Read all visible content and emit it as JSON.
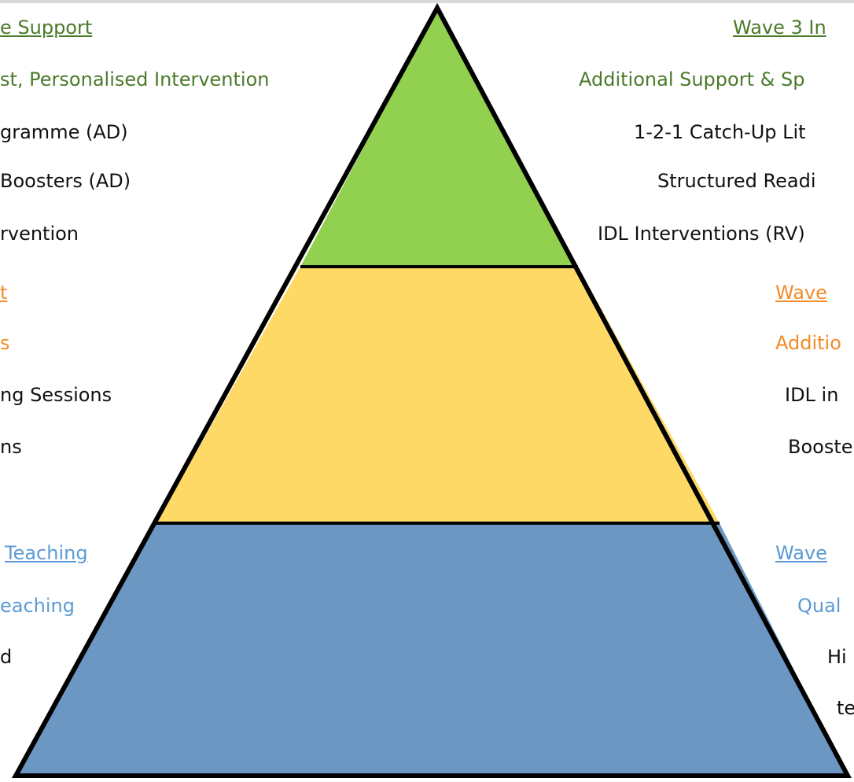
{
  "colors": {
    "wave3": "#92d050",
    "wave2": "#ffd966",
    "wave1": "#6b97c2",
    "outline": "#000000",
    "green_text": "#4a7a2a",
    "orange_text": "#f28c28",
    "blue_text": "#5b9bd5"
  },
  "left": {
    "wave3_heading": "e Support",
    "wave3_subheading": "st, Personalised Intervention",
    "wave3_items": [
      "gramme (AD)",
      "Boosters (AD)",
      "rvention"
    ],
    "wave2_heading": "t",
    "wave2_subheading": "s",
    "wave2_items": [
      "ng Sessions",
      "ns"
    ],
    "wave1_heading": "Teaching",
    "wave1_subheading": "eaching",
    "wave1_items": [
      "d"
    ]
  },
  "right": {
    "wave3_heading": "Wave 3 In",
    "wave3_subheading": "Additional Support & Sp",
    "wave3_items": [
      "1-2-1 Catch-Up Lit",
      "Structured Readi",
      "IDL Interventions (RV)"
    ],
    "wave2_heading": "Wave",
    "wave2_subheading": "Additio",
    "wave2_items": [
      "IDL in",
      "Booste"
    ],
    "wave1_heading": "Wave",
    "wave1_subheading": "Qual",
    "wave1_items": [
      "Hi",
      "te"
    ]
  }
}
